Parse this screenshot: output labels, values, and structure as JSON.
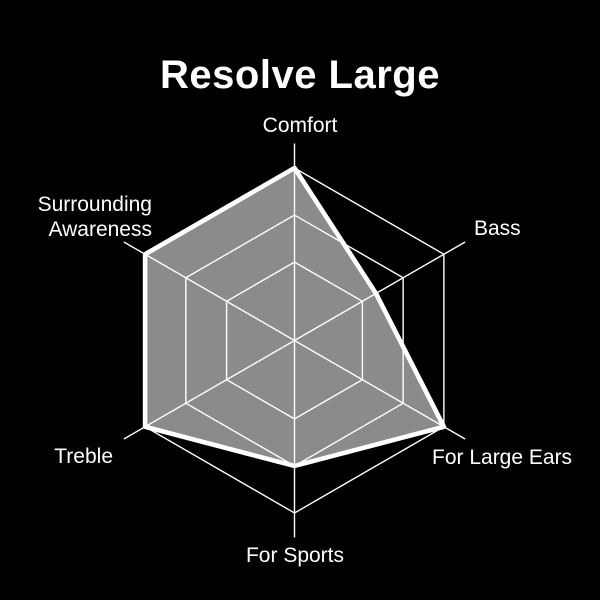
{
  "title": "Resolve Large",
  "colors": {
    "background": "#000000",
    "text": "#ffffff",
    "grid_line": "#ffffff",
    "axis_line": "#ffffff",
    "polygon_fill": "#8b8b8b",
    "polygon_stroke": "#ffffff"
  },
  "labels": {
    "comfort": "Comfort",
    "bass": "Bass",
    "for_large_ears": "For Large Ears",
    "for_sports": "For Sports",
    "treble": "Treble",
    "surrounding_awareness": "Surrounding\nAwareness"
  },
  "chart_data": {
    "type": "radar",
    "title": "Resolve Large",
    "categories": [
      "Comfort",
      "Bass",
      "For Large Ears",
      "For Sports",
      "Treble",
      "Surrounding Awareness"
    ],
    "values": [
      5.5,
      3.0,
      5.5,
      4.0,
      5.5,
      5.5
    ],
    "max": 5.5,
    "grid_rings": [
      2.5,
      4.0,
      5.5
    ],
    "axis_count": 6,
    "start_angle_deg": 90,
    "direction": "clockwise",
    "grid": true,
    "legend": false
  }
}
